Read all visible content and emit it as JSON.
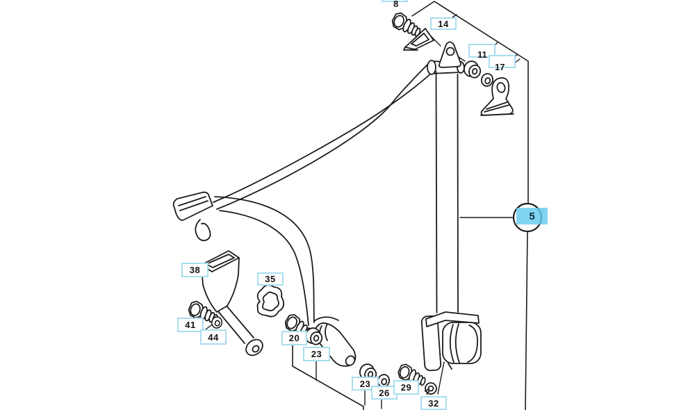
{
  "diagram": {
    "type": "parts-explosion-diagram",
    "subject": "front seat belt assembly",
    "background_color": "#ffffff",
    "line_color": "#1b1b1b",
    "label_box": {
      "border_color": "#a9ddf0",
      "fill": "#ffffff",
      "text_color": "#131313"
    },
    "selection": {
      "selected_part": "5",
      "highlight_color": "#60c8ee",
      "highlight_text_color": "#0e3040"
    },
    "labels": [
      {
        "id": "part-8",
        "text": "8"
      },
      {
        "id": "part-14",
        "text": "14"
      },
      {
        "id": "part-11",
        "text": "11"
      },
      {
        "id": "part-17",
        "text": "17"
      },
      {
        "id": "part-5",
        "text": "5"
      },
      {
        "id": "part-38",
        "text": "38"
      },
      {
        "id": "part-35",
        "text": "35"
      },
      {
        "id": "part-41",
        "text": "41"
      },
      {
        "id": "part-44",
        "text": "44"
      },
      {
        "id": "part-20",
        "text": "20"
      },
      {
        "id": "part-23a",
        "text": "23"
      },
      {
        "id": "part-23b",
        "text": "23"
      },
      {
        "id": "part-26",
        "text": "26"
      },
      {
        "id": "part-29",
        "text": "29"
      },
      {
        "id": "part-32",
        "text": "32"
      }
    ]
  }
}
